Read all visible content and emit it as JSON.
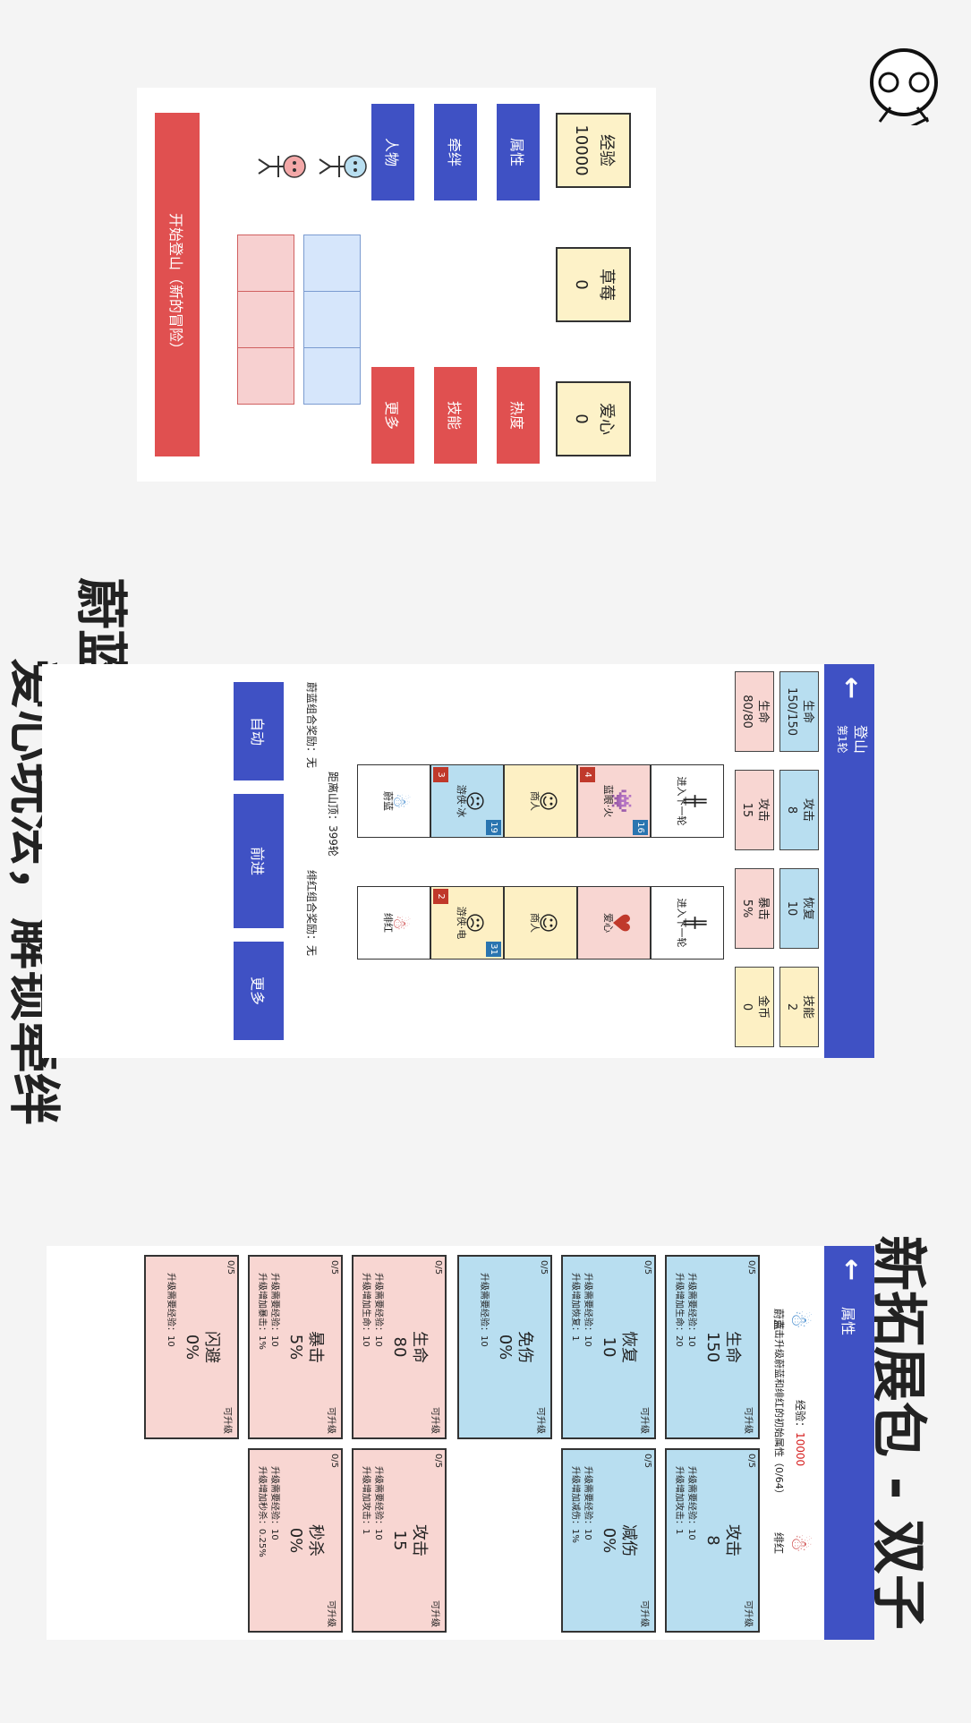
{
  "headlines": {
    "title": "新拓展包 - 双子",
    "line1": "蔚蓝绯红，专属技能",
    "line2": "爱心玩法，解锁牵绊"
  },
  "home": {
    "resources": [
      {
        "label": "经验",
        "value": "10000"
      },
      {
        "label": "草莓",
        "value": "0"
      },
      {
        "label": "爱心",
        "value": "0"
      }
    ],
    "nav_blue": [
      "属性",
      "牵绊",
      "人物"
    ],
    "nav_red": [
      "热度",
      "技能",
      "更多"
    ],
    "start_button": "开始登山（新的冒险）"
  },
  "climb": {
    "header_title": "登山",
    "header_subtitle": "第1轮",
    "stats_blue": [
      {
        "label": "生命",
        "value": "150/150"
      },
      {
        "label": "攻击",
        "value": "8"
      },
      {
        "label": "恢复",
        "value": "10"
      },
      {
        "label": "技能",
        "value": "2"
      }
    ],
    "stats_red": [
      {
        "label": "生命",
        "value": "80/80"
      },
      {
        "label": "攻击",
        "value": "15"
      },
      {
        "label": "暴击",
        "value": "5%"
      },
      {
        "label": "金币",
        "value": "0"
      }
    ],
    "lane1": [
      {
        "label": "进入下一轮",
        "icon": "ladder-icon"
      },
      {
        "label": "蓝眼·火",
        "icon": "monster-icon",
        "badge_top": "16",
        "badge_bottom": "4"
      },
      {
        "label": "商人",
        "icon": "merchant-icon"
      },
      {
        "label": "游侠·冰",
        "icon": "ranger-icon",
        "badge_top": "19",
        "badge_bottom": "3"
      },
      {
        "label": "蔚蓝",
        "icon": "azure-character-icon"
      }
    ],
    "lane2": [
      {
        "label": "进入下一轮",
        "icon": "ladder-icon"
      },
      {
        "label": "爱心",
        "icon": "heart-icon"
      },
      {
        "label": "商人",
        "icon": "merchant-icon"
      },
      {
        "label": "游侠·电",
        "icon": "ranger-icon",
        "badge_top": "31",
        "badge_bottom": "2"
      },
      {
        "label": "绯红",
        "icon": "crimson-character-icon"
      }
    ],
    "distance_text": "距离山顶：399轮",
    "azure_reward": "蔚蓝组合奖励：无",
    "crimson_reward": "绯红组合奖励：无",
    "buttons": [
      "自动",
      "前进",
      "更多"
    ]
  },
  "attributes": {
    "header_title": "属性",
    "exp_label": "经验：",
    "exp_value": "10000",
    "hint": "点击升级蔚蓝和绯红的初始属性（0/64）",
    "azure_name": "蔚蓝",
    "crimson_name": "绯红",
    "azure_cards": [
      {
        "name": "生命",
        "value": "150",
        "line1": "升级需要经验：10",
        "line2": "升级增加生命：20",
        "count": "0/5",
        "status": "可升级"
      },
      {
        "name": "攻击",
        "value": "8",
        "line1": "升级需要经验：10",
        "line2": "升级增加攻击：1",
        "count": "0/5",
        "status": "可升级"
      },
      {
        "name": "恢复",
        "value": "10",
        "line1": "升级需要经验：10",
        "line2": "升级增加恢复：1",
        "count": "0/5",
        "status": "可升级"
      },
      {
        "name": "减伤",
        "value": "0%",
        "line1": "升级需要经验：10",
        "line2": "升级增加减伤：1%",
        "count": "0/5",
        "status": "可升级"
      },
      {
        "name": "免伤",
        "value": "0%",
        "line1": "升级需要经验：10",
        "line2": "",
        "count": "0/5",
        "status": "可升级"
      }
    ],
    "crimson_cards": [
      {
        "name": "生命",
        "value": "80",
        "line1": "升级需要经验：10",
        "line2": "升级增加生命：10",
        "count": "0/5",
        "status": "可升级"
      },
      {
        "name": "攻击",
        "value": "15",
        "line1": "升级需要经验：10",
        "line2": "升级增加攻击：1",
        "count": "0/5",
        "status": "可升级"
      },
      {
        "name": "暴击",
        "value": "5%",
        "line1": "升级需要经验：10",
        "line2": "升级增加暴击：1%",
        "count": "0/5",
        "status": "可升级"
      },
      {
        "name": "秒杀",
        "value": "0%",
        "line1": "升级需要经验：10",
        "line2": "升级增加秒杀：0.25%",
        "count": "0/5",
        "status": "可升级"
      },
      {
        "name": "闪避",
        "value": "0%",
        "line1": "升级需要经验：10",
        "line2": "",
        "count": "0/5",
        "status": "可升级"
      }
    ]
  },
  "colors": {
    "primary_blue": "#3f51c4",
    "primary_red": "#e05050",
    "azure_fill": "#b8def0",
    "crimson_fill": "#f8d6d2",
    "resource_fill": "#fdf2c8",
    "exp_value": "#d62020"
  }
}
